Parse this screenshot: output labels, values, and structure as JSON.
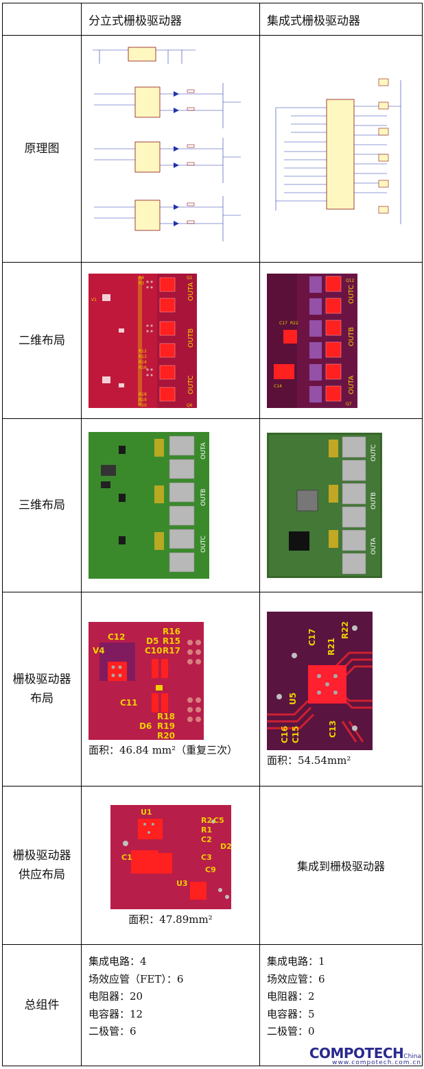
{
  "header": {
    "col_discrete": "分立式栅极驱动器",
    "col_integrated": "集成式栅极驱动器"
  },
  "rows": {
    "schematic": {
      "label": "原理图"
    },
    "layout2d": {
      "label": "二维布局",
      "discrete_refs": [
        "V1",
        "R4",
        "R3",
        "Q1",
        "OUTA",
        "OUTB",
        "OUTC",
        "R12",
        "R13",
        "R14",
        "R16",
        "R18",
        "R19",
        "R20",
        "Q6"
      ],
      "integrated_refs": [
        "Q12",
        "OUTC",
        "OUTB",
        "OUTA",
        "C17",
        "R22",
        "C14",
        "Q7"
      ]
    },
    "layout3d": {
      "label": "三维布局",
      "outs": [
        "OUTA",
        "OUTB",
        "OUTC"
      ],
      "outs_int": [
        "OUTC",
        "OUTB",
        "OUTA"
      ]
    },
    "gate_layout": {
      "label_line1": "栅极驱动器",
      "label_line2": "布局",
      "discrete_area": "面积：46.84 mm²（重复三次）",
      "integrated_area": "面积：54.54mm²",
      "discrete_refs": [
        "C12",
        "V4",
        "D5",
        "C10",
        "R16",
        "R15",
        "R17",
        "C11",
        "R18",
        "D6",
        "R19",
        "R20"
      ],
      "integrated_refs": [
        "C17",
        "R21",
        "R22",
        "U5",
        "C16",
        "C15",
        "C13"
      ]
    },
    "supply_layout": {
      "label_line1": "栅极驱动器",
      "label_line2": "供应布局",
      "discrete_area": "面积：47.89mm²",
      "integrated_text": "集成到栅极驱动器",
      "discrete_refs": [
        "U1",
        "R2",
        "C5",
        "R1",
        "C2",
        "C1",
        "C3",
        "D2",
        "C9",
        "U3"
      ]
    },
    "components": {
      "label": "总组件",
      "discrete": [
        "集成电路：4",
        "场效应管（FET）：6",
        "电阻器：20",
        "电容器：12",
        "二极管：6"
      ],
      "integrated": [
        "集成电路：1",
        "场效应管：6",
        "电阻器：2",
        "电容器：5",
        "二极管：0"
      ]
    }
  },
  "logo": {
    "main": "COMPOTECH",
    "china": "China",
    "url": "www.compotech.com.cn"
  },
  "colors": {
    "pcb_red": "#c0183a",
    "pcb_dark": "#5a1038",
    "pcb_green": "#3a8a2c",
    "pad_gray": "#b8b8b8",
    "silk": "#f0d000"
  }
}
